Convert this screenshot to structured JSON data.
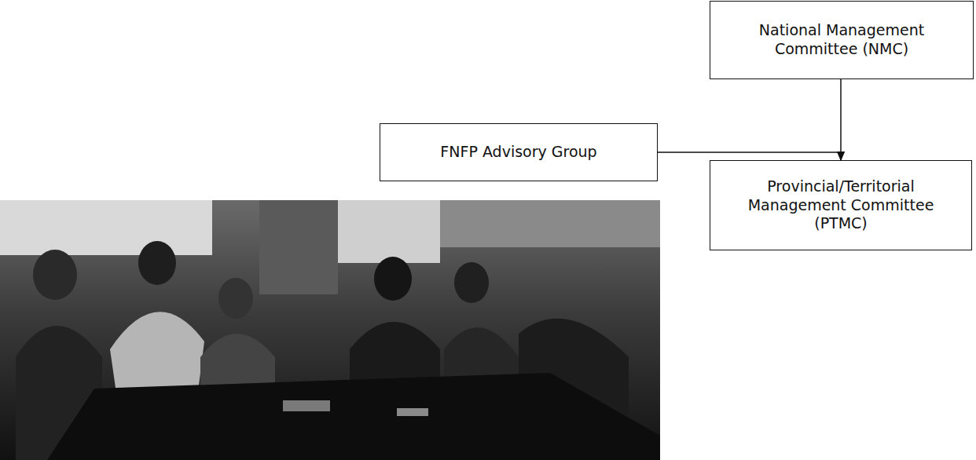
{
  "diagram": {
    "nodes": [
      {
        "text": [
          "National Management Committee (NMC)"
        ]
      },
      {
        "text": [
          "FNFP Advisory Group"
        ]
      },
      {
        "text": [
          "Provincial/Territorial Management Committee (PTMC)"
        ]
      }
    ],
    "edges": [
      {
        "from": 0,
        "to": 2,
        "arrow": "to"
      },
      {
        "from": 1,
        "to": 2,
        "arrow": "to"
      }
    ]
  }
}
